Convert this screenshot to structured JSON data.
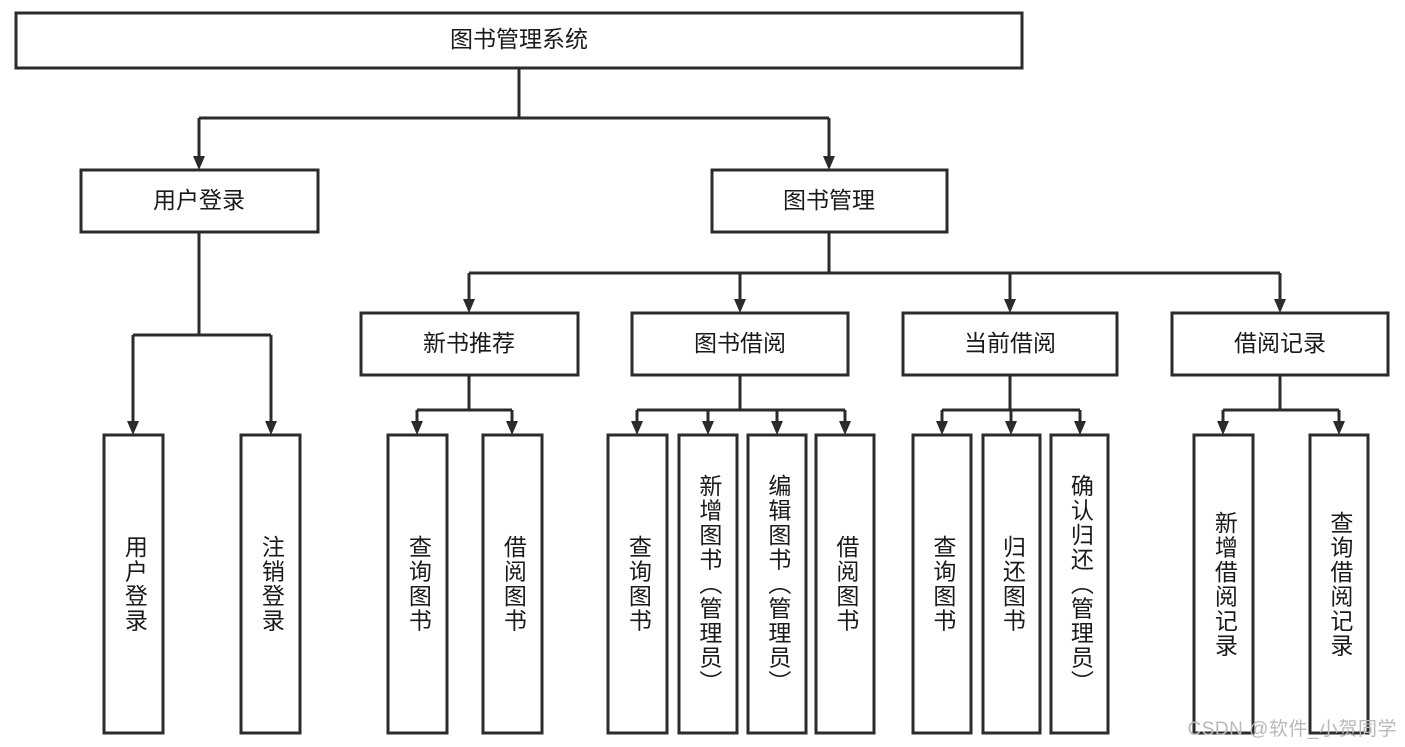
{
  "diagram": {
    "title": "图书管理系统",
    "type": "tree-hierarchy",
    "root": {
      "label": "图书管理系统",
      "orientation": "horizontal"
    },
    "level2": [
      {
        "label": "用户登录",
        "orientation": "horizontal"
      },
      {
        "label": "图书管理",
        "orientation": "horizontal"
      }
    ],
    "level3": [
      {
        "label": "新书推荐",
        "orientation": "horizontal"
      },
      {
        "label": "图书借阅",
        "orientation": "horizontal"
      },
      {
        "label": "当前借阅",
        "orientation": "horizontal"
      },
      {
        "label": "借阅记录",
        "orientation": "horizontal"
      }
    ],
    "leaves": {
      "user_login": [
        {
          "label": "用户登录",
          "orientation": "vertical"
        },
        {
          "label": "注销登录",
          "orientation": "vertical"
        }
      ],
      "new_book_recommend": [
        {
          "label": "查询图书",
          "orientation": "vertical"
        },
        {
          "label": "借阅图书",
          "orientation": "vertical"
        }
      ],
      "book_borrow": [
        {
          "label": "查询图书",
          "orientation": "vertical"
        },
        {
          "label": "新增图书（管理员）",
          "orientation": "vertical"
        },
        {
          "label": "编辑图书（管理员）",
          "orientation": "vertical"
        },
        {
          "label": "借阅图书",
          "orientation": "vertical"
        }
      ],
      "current_borrow": [
        {
          "label": "查询图书",
          "orientation": "vertical"
        },
        {
          "label": "归还图书",
          "orientation": "vertical"
        },
        {
          "label": "确认归还（管理员）",
          "orientation": "vertical"
        }
      ],
      "borrow_record": [
        {
          "label": "新增借阅记录",
          "orientation": "vertical"
        },
        {
          "label": "查询借阅记录",
          "orientation": "vertical"
        }
      ]
    },
    "watermark": "CSDN @软件_小贺同学",
    "colors": {
      "stroke": "#2b2b2b",
      "fill": "#ffffff",
      "text": "#1a1a1a",
      "watermark": "#b9b9b9"
    }
  }
}
